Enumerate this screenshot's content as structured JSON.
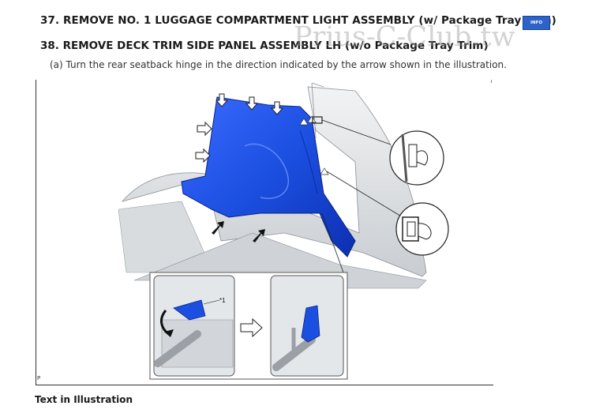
{
  "heading_37": "37. REMOVE NO. 1 LUGGAGE COMPARTMENT LIGHT ASSEMBLY (w/ Package Tray Trim)",
  "info_badge": "INFO",
  "heading_38": "38. REMOVE DECK TRIM SIDE PANEL ASSEMBLY LH (w/o Package Tray Trim)",
  "watermark": "Prius-C-Club.tw",
  "step_a": "(a) Turn the rear seatback hinge in the direction indicated by the arrow shown in the illustration.",
  "illustration": {
    "callout": "*1",
    "corner_label": "P"
  },
  "footer_title": "Text in Illustration",
  "colors": {
    "panel_blue": "#1b4fe0",
    "badge_blue": "#2d62c8",
    "text": "#1a1a1a"
  }
}
